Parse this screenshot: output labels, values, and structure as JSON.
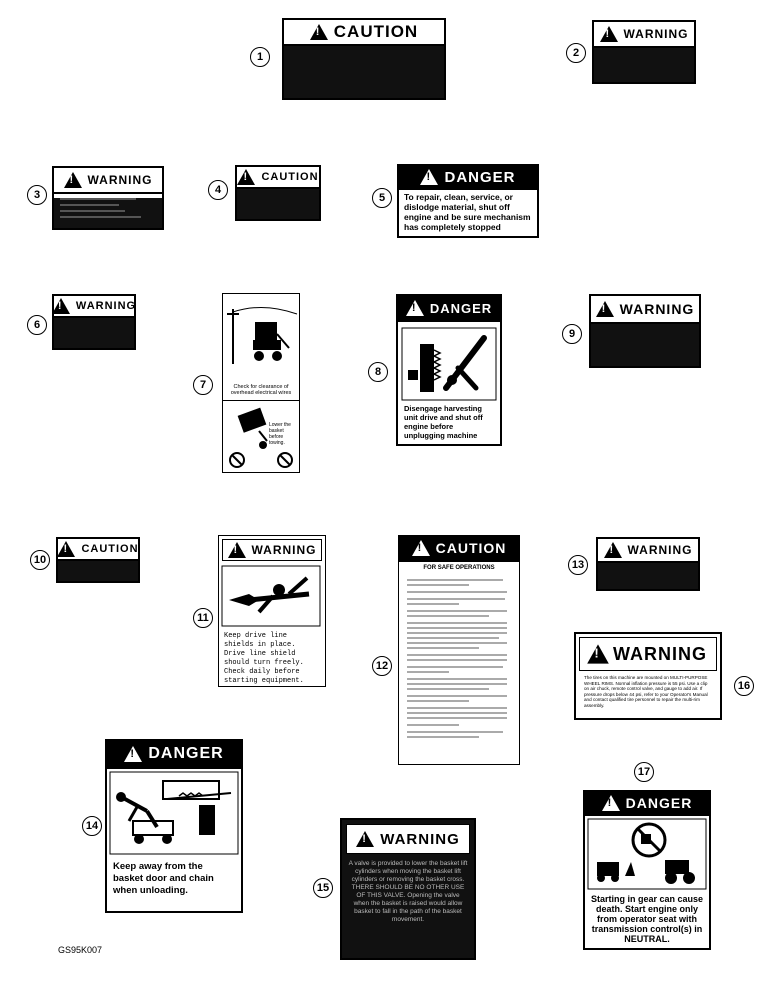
{
  "decals": [
    {
      "num": "1",
      "header": "CAUTION"
    },
    {
      "num": "2",
      "header": "WARNING"
    },
    {
      "num": "3",
      "header": "WARNING"
    },
    {
      "num": "4",
      "header": "CAUTION"
    },
    {
      "num": "5",
      "header": "DANGER",
      "text": "To repair, clean, service, or dislodge material, shut off engine and be sure mechanism has completely stopped"
    },
    {
      "num": "6",
      "header": "WARNING"
    },
    {
      "num": "7",
      "caption_top": "Check for clearance of overhead electrical wires",
      "caption_bottom": "Lower the basket before towing."
    },
    {
      "num": "8",
      "header": "DANGER",
      "text": "Disengage harvesting unit drive and shut off engine before unplugging machine"
    },
    {
      "num": "9",
      "header": "WARNING"
    },
    {
      "num": "10",
      "header": "CAUTION"
    },
    {
      "num": "11",
      "header": "WARNING",
      "text": "Keep drive line shields in place. Drive line shield should turn freely. Check daily before starting equipment."
    },
    {
      "num": "12",
      "header": "CAUTION",
      "subheader": "FOR SAFE OPERATIONS"
    },
    {
      "num": "13",
      "header": "WARNING"
    },
    {
      "num": "14",
      "header": "DANGER",
      "text": "Keep away from the basket door and chain when unloading."
    },
    {
      "num": "15",
      "header": "WARNING",
      "text": "A valve is provided to lower the basket lift cylinders when moving the basket lift cylinders or removing the basket cross. THERE SHOULD BE NO OTHER USE OF THIS VALVE. Opening the valve when the basket is raised would allow basket to fall in the path of the basket movement."
    },
    {
      "num": "16",
      "header": "WARNING",
      "text": "The tires on this machine are mounted on MULTI-PURPOSE WHEEL RIMS. Normal inflation pressure is 55 psi. Use a clip on air chuck, remote control valve, and gauge to add air. If pressure drops below 44 psi, refer to your Operator's Manual and contact qualified tire personnel to repair the multi-rim assembly."
    },
    {
      "num": "17",
      "header": "DANGER",
      "text": "Starting in gear can cause death. Start engine only from operator seat with transmission control(s) in NEUTRAL."
    }
  ],
  "figure_id": "GS95K007"
}
